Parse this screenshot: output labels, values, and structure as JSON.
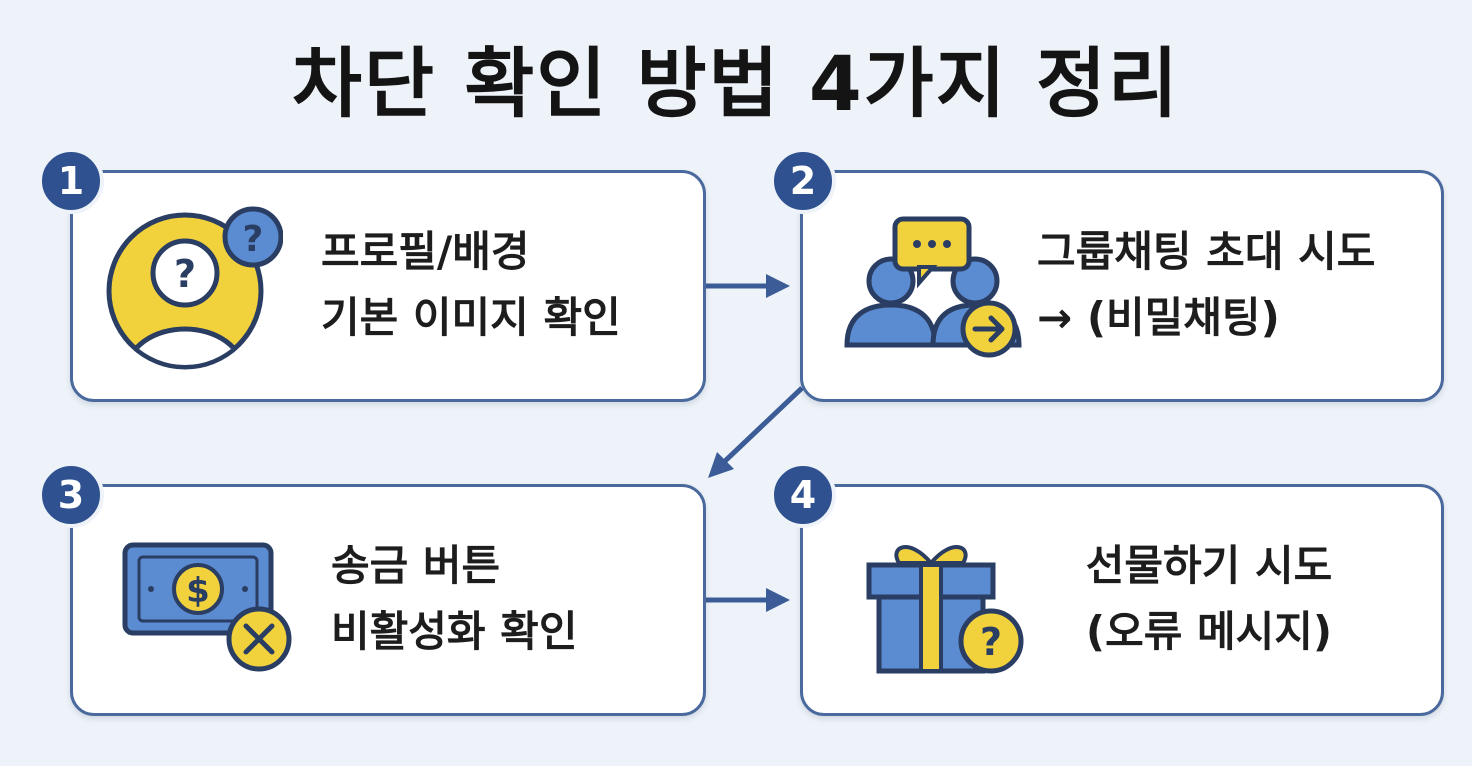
{
  "title": "차단 확인 방법 4가지 정리",
  "steps": [
    {
      "number": "1",
      "line1": "프로필/배경",
      "line2": "기본 이미지 확인",
      "icon": "profile-question-icon"
    },
    {
      "number": "2",
      "line1": "그룹채팅 초대 시도",
      "line2": "→ (비밀채팅)",
      "icon": "group-chat-invite-icon"
    },
    {
      "number": "3",
      "line1": "송금 버튼",
      "line2": "비활성화 확인",
      "icon": "money-transfer-disabled-icon"
    },
    {
      "number": "4",
      "line1": "선물하기 시도",
      "line2": "(오류 메시지)",
      "icon": "gift-question-icon"
    }
  ],
  "colors": {
    "background": "#eef3f9",
    "navy": "#2f5190",
    "border": "#4a6a9e",
    "blue": "#5b8bd0",
    "yellow": "#f2d23c"
  }
}
